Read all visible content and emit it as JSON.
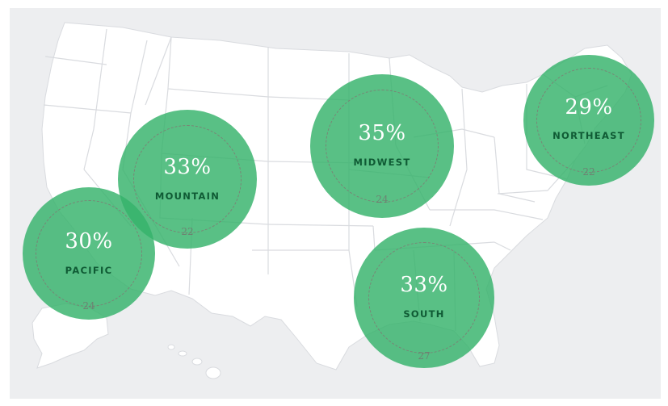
{
  "regions": [
    {
      "name": "PACIFIC",
      "percent": "30%",
      "ring_value": "24"
    },
    {
      "name": "MOUNTAIN",
      "percent": "33%",
      "ring_value": "22"
    },
    {
      "name": "MIDWEST",
      "percent": "35%",
      "ring_value": "24"
    },
    {
      "name": "NORTHEAST",
      "percent": "29%",
      "ring_value": "22"
    },
    {
      "name": "SOUTH",
      "percent": "33%",
      "ring_value": "27"
    }
  ],
  "colors": {
    "background": "#edeef0",
    "land": "#ffffff",
    "bubble": "#34b26a",
    "region_label": "#0f5a34",
    "ring": "#8c646e"
  }
}
